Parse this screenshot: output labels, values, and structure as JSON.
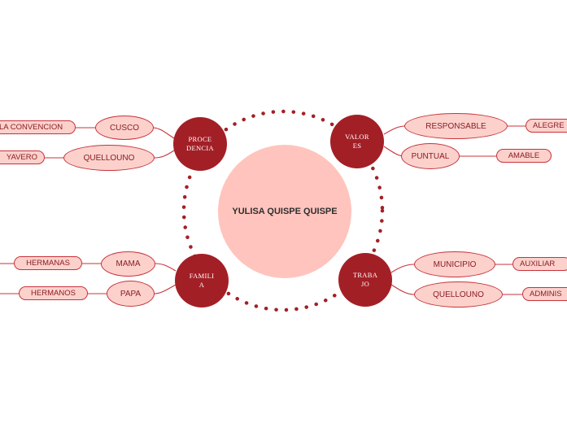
{
  "center": {
    "label": "YULISA QUISPE QUISPE"
  },
  "colors": {
    "main": "#a31f26",
    "center": "#ffc4bd",
    "node_fill": "#fcd1cc",
    "line": "#c8333b"
  },
  "branches": {
    "procedencia": {
      "label": "PROCE\nDENCIA",
      "children": [
        {
          "label": "CUSCO",
          "leaf": "LA CONVENCION"
        },
        {
          "label": "QUELLOUNO",
          "leaf": "YAVERO"
        }
      ]
    },
    "valores": {
      "label": "VALOR\nES",
      "children": [
        {
          "label": "RESPONSABLE",
          "leaf": "ALEGRE"
        },
        {
          "label": "PUNTUAL",
          "leaf": "AMABLE"
        }
      ]
    },
    "familia": {
      "label": "FAMILI\nA",
      "children": [
        {
          "label": "MAMA",
          "leaf": "HERMANAS"
        },
        {
          "label": "PAPA",
          "leaf": "HERMANOS"
        }
      ]
    },
    "trabajo": {
      "label": "TRABA\nJO",
      "children": [
        {
          "label": "MUNICIPIO",
          "leaf": "AUXILIAR"
        },
        {
          "label": "QUELLOUNO",
          "leaf": "ADMINIS"
        }
      ]
    }
  }
}
